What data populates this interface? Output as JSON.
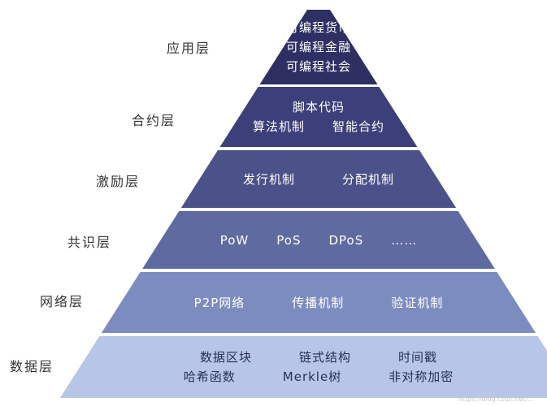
{
  "layers": [
    {
      "label": "应用层",
      "color": "#2e2f63",
      "text_color": "#ffffff",
      "rows": [
        [
          "可编程货币"
        ],
        [
          "可编程金融"
        ],
        [
          "可编程社会"
        ]
      ]
    },
    {
      "label": "合约层",
      "color": "#3c3f79",
      "text_color": "#ffffff",
      "rows": [
        [
          "脚本代码"
        ],
        [
          "算法机制",
          "智能合约"
        ]
      ]
    },
    {
      "label": "激励层",
      "color": "#4b5289",
      "text_color": "#ffffff",
      "rows": [
        [
          "发行机制",
          "分配机制"
        ]
      ]
    },
    {
      "label": "共识层",
      "color": "#5f6aa0",
      "text_color": "#ffffff",
      "rows": [
        [
          "PoW",
          "PoS",
          "DPoS",
          "……"
        ]
      ]
    },
    {
      "label": "网络层",
      "color": "#7d8cbf",
      "text_color": "#ffffff",
      "rows": [
        [
          "P2P网络",
          "传播机制",
          "验证机制"
        ]
      ]
    },
    {
      "label": "数据层",
      "color": "#b7c6e6",
      "text_color": "#2a2e5a",
      "rows": [
        [
          "数据区块",
          "链式结构",
          "时间戳"
        ],
        [
          "哈希函数",
          "Merkle树",
          "非对称加密"
        ]
      ]
    }
  ],
  "watermark": "https://blog.csdn.net/..."
}
